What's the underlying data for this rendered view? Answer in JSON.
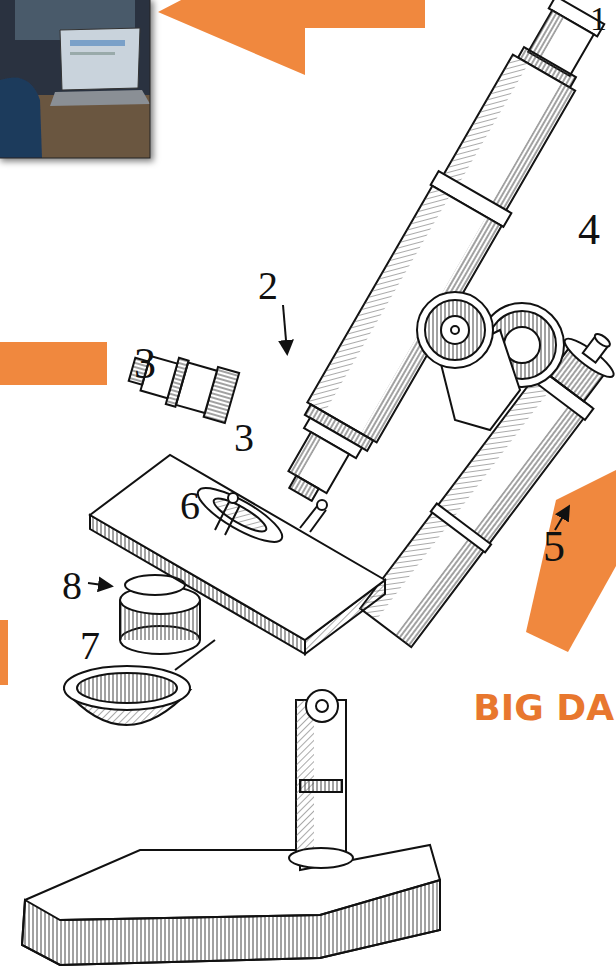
{
  "diagram": {
    "labels": [
      "1",
      "2",
      "4",
      "3",
      "3",
      "6",
      "5",
      "8",
      "7",
      "BIG DA"
    ]
  }
}
